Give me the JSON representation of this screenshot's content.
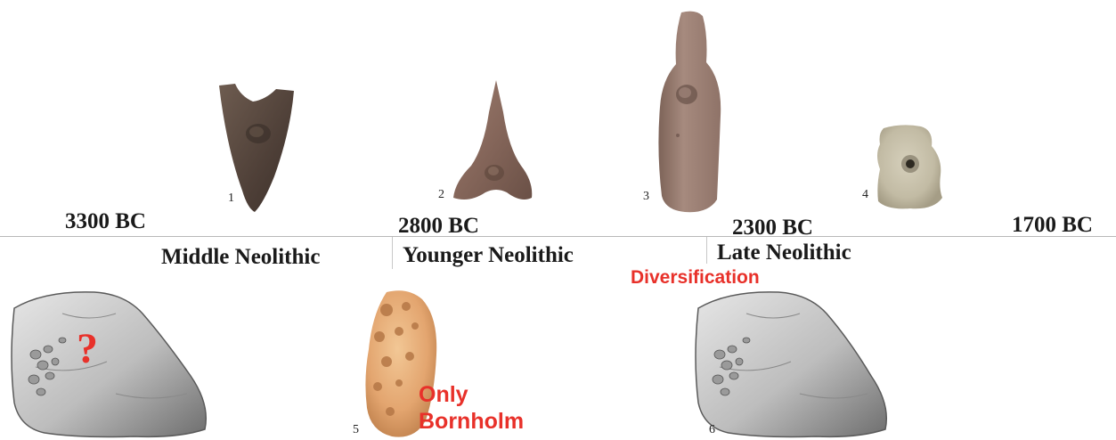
{
  "timeline": {
    "dates": [
      "3300 BC",
      "2800 BC",
      "2300 BC",
      "1700 BC"
    ],
    "periods": [
      "Middle Neolithic",
      "Younger Neolithic",
      "Late Neolithic"
    ]
  },
  "annotations": {
    "diversification": "Diversification",
    "question_mark": "?",
    "only_bornholm_line1": "Only",
    "only_bornholm_line2": "Bornholm"
  },
  "artifacts": {
    "item1": {
      "number": "1",
      "icon": "v-shaped-stone-object-icon"
    },
    "item2": {
      "number": "2",
      "icon": "triangular-stone-object-icon"
    },
    "item3": {
      "number": "3",
      "icon": "elongated-stone-object-icon"
    },
    "item4": {
      "number": "4",
      "icon": "small-perforated-stone-icon"
    },
    "item5": {
      "number": "5",
      "icon": "cup-marked-stone-icon"
    },
    "item6": {
      "number": "6",
      "icon": "cup-marked-rock-icon"
    }
  },
  "colors": {
    "annotation_red": "#e8312a",
    "stone_dark": "#5b4a40",
    "stone_brown": "#8a6a5c",
    "stone_pink": "#9e8276",
    "stone_beige": "#c9c2ad",
    "stone_orange": "#e3a56f",
    "rock_grey": "#bdbdbd"
  }
}
